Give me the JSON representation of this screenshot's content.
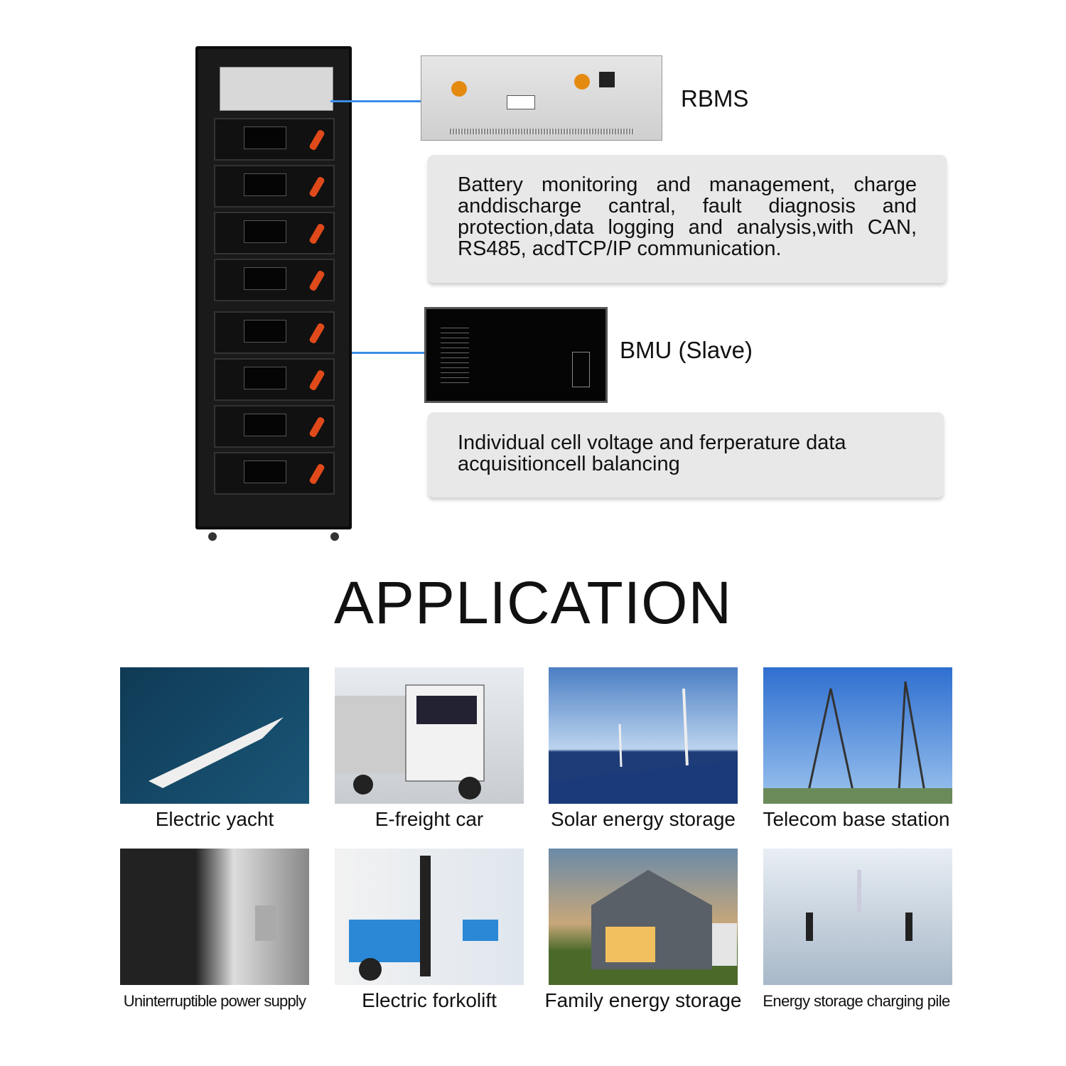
{
  "rbms": {
    "label": "RBMS",
    "description": "Battery monitoring and management, charge anddischarge cantral, fault diagnosis and protection,data logging and analysis,with CAN, RS485, acdTCP/IP communication."
  },
  "bmu": {
    "label": "BMU (Slave)",
    "description": "Individual cell voltage and ferperature data acquisitioncell balancing"
  },
  "section_title": "APPLICATION",
  "applications": [
    {
      "label": "Electric yacht"
    },
    {
      "label": "E-freight car"
    },
    {
      "label": "Solar energy storage"
    },
    {
      "label": "Telecom base station"
    },
    {
      "label": "Uninterruptible power supply"
    },
    {
      "label": "Electric forkolift"
    },
    {
      "label": "Family energy storage"
    },
    {
      "label": "Energy storage charging pile"
    }
  ],
  "colors": {
    "connector": "#3b8ee8",
    "box": "#e8e8e8"
  }
}
